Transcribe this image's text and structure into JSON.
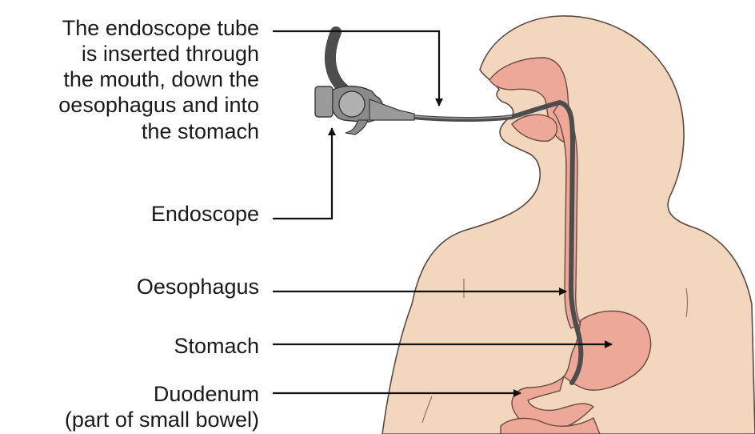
{
  "labels": {
    "endoscope_tube": {
      "lines": [
        "The endoscope tube",
        "is inserted through",
        "the mouth, down the",
        "oesophagus and into",
        "the stomach"
      ]
    },
    "endoscope": {
      "text": "Endoscope"
    },
    "oesophagus": {
      "text": "Oesophagus"
    },
    "stomach": {
      "text": "Stomach"
    },
    "duodenum": {
      "lines": [
        "Duodenum",
        "(part of small bowel)"
      ]
    }
  },
  "colors": {
    "skin": "#f3d6be",
    "skin_outline": "#5a4a42",
    "tract": "#eea898",
    "tract_outline": "#6a4a44",
    "scope": "#4d4d4d",
    "scope_grey": "#9a9a9a",
    "leader_line": "#111111"
  }
}
